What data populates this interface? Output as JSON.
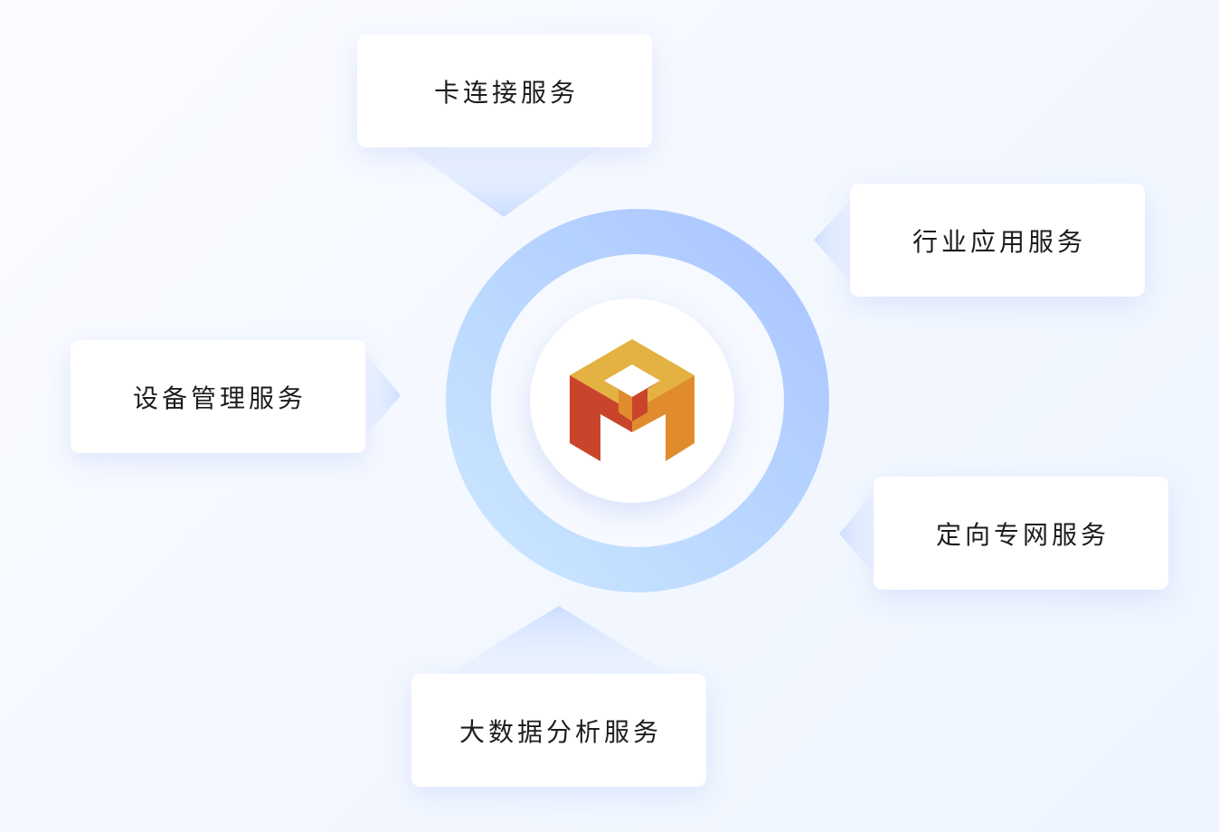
{
  "services": {
    "card_connection": "卡连接服务",
    "industry_application": "行业应用服务",
    "device_management": "设备管理服务",
    "private_network": "定向专网服务",
    "big_data_analysis": "大数据分析服务"
  },
  "colors": {
    "ring_light": "#cfe9ff",
    "ring_dark": "#a9c2ff",
    "logo_top": "#e3b242",
    "logo_left": "#c8452b",
    "logo_right": "#e08c2e"
  },
  "icons": {
    "center": "m-cube-logo-icon"
  }
}
